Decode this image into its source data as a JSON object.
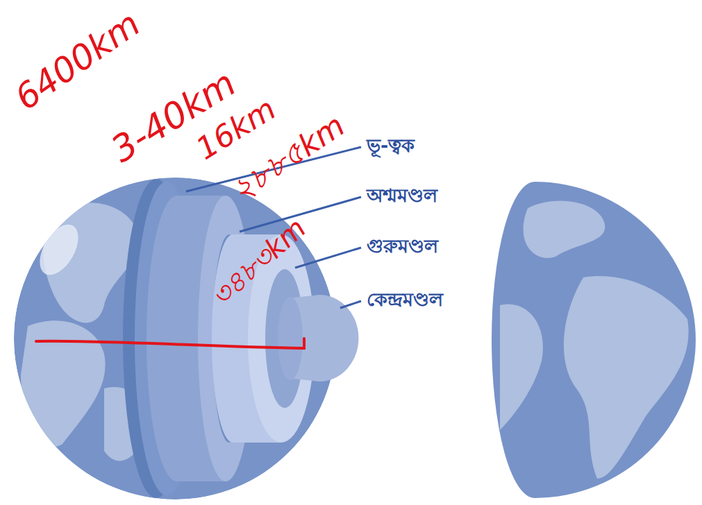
{
  "diagram": {
    "labels": [
      "6400km",
      "3-40km",
      "16km",
      "২৮৮৫km",
      "৩৪৮৩km",
      "ভূ-ত্বক",
      "অশ্মমণ্ডল",
      "গুরুমণ্ডল",
      "কেন্দ্রমণ্ডল"
    ]
  }
}
